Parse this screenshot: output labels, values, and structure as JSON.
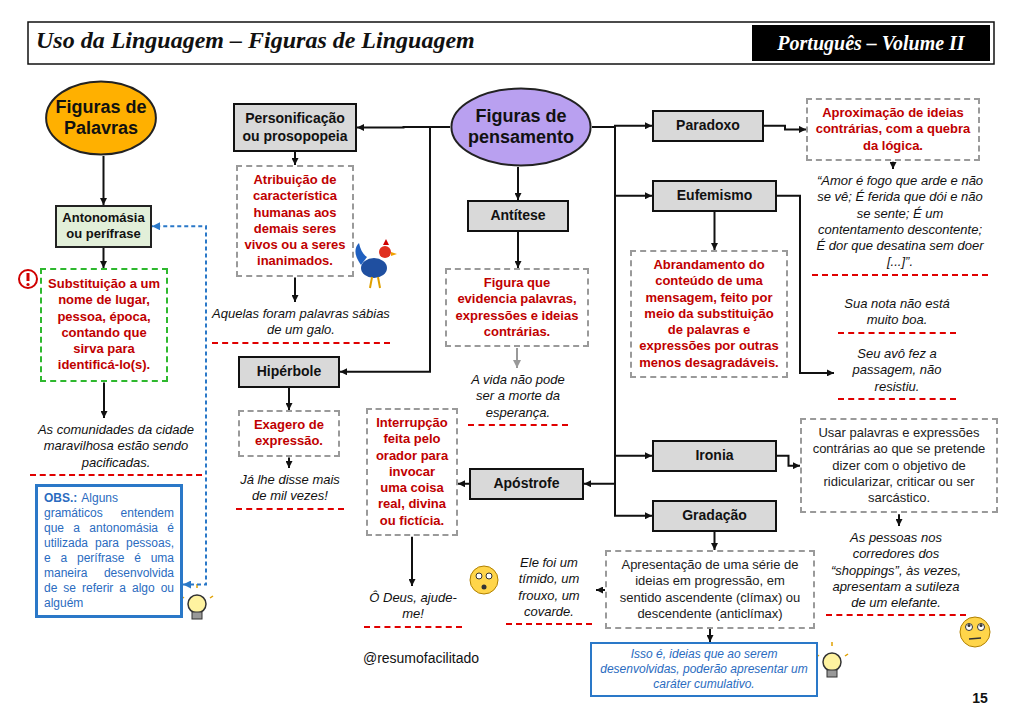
{
  "diagram": {
    "title": "Uso da Linguagem – Figuras de Linguagem",
    "nodes": [
      {
        "text": [
          "Português – Volume II"
        ]
      },
      {
        "text": [
          "Figuras de Palavras"
        ]
      },
      {
        "text": [
          "Antonomásia ou perífrase"
        ]
      },
      {
        "text": [
          "Substituição a um nome de lugar, pessoa, época, contando que sirva para identificá-lo(s)."
        ]
      },
      {
        "text": [
          "OBS.:",
          "Alguns gramáticos entendem que a antonomásia é utilizada para pessoas, e a perífrase é uma maneira desenvolvida de se referir a algo ou alguém"
        ]
      },
      {
        "text": [
          "Personificação ou prosopopeia"
        ]
      },
      {
        "text": [
          "Atribuição de característica humanas aos demais seres vivos ou a seres inanimados."
        ]
      },
      {
        "text": [
          "Hipérbole"
        ]
      },
      {
        "text": [
          "Exagero de expressão."
        ]
      },
      {
        "text": [
          "Figuras de pensamento"
        ]
      },
      {
        "text": [
          "Antítese"
        ]
      },
      {
        "text": [
          "Figura que evidencia palavras, expressões e ideias contrárias."
        ]
      },
      {
        "text": [
          "Interrupção feita pelo orador para invocar uma coisa real, divina ou fictícia."
        ]
      },
      {
        "text": [
          "Apóstrofe"
        ]
      },
      {
        "text": [
          "Paradoxo"
        ]
      },
      {
        "text": [
          "Aproximação de ideias contrárias, com a quebra da lógica."
        ]
      },
      {
        "text": [
          "Eufemismo"
        ]
      },
      {
        "text": [
          "Abrandamento do conteúdo de uma mensagem, feito por meio da substituição de palavras e expressões por outras menos desagradáveis."
        ]
      },
      {
        "text": [
          "Ironia"
        ]
      },
      {
        "text": [
          "Usar palavras e expressões contrárias ao que se pretende dizer com o objetivo de ridicularizar, criticar ou ser sarcástico."
        ]
      },
      {
        "text": [
          "Gradação"
        ]
      },
      {
        "text": [
          "Apresentação de uma série de ideias em progressão, em sentido ascendente (clímax) ou descendente (anticlímax)"
        ]
      },
      {
        "text": [
          "Isso é, ideias que ao serem desenvolvidas, poderão apresentar um caráter cumulativo."
        ]
      }
    ],
    "edges": [
      {
        "from": 1,
        "to": 2,
        "arrow": "to"
      },
      {
        "from": 2,
        "to": 3,
        "arrow": "to"
      },
      {
        "from": 4,
        "to": 2,
        "arrow": "both"
      },
      {
        "from": 9,
        "to": 5,
        "arrow": "to"
      },
      {
        "from": 5,
        "to": 6,
        "arrow": "to"
      },
      {
        "from": 9,
        "to": 7,
        "arrow": "to"
      },
      {
        "from": 7,
        "to": 8,
        "arrow": "to"
      },
      {
        "from": 9,
        "to": 10,
        "arrow": "to"
      },
      {
        "from": 10,
        "to": 11,
        "arrow": "to"
      },
      {
        "from": 9,
        "to": 13,
        "arrow": "to"
      },
      {
        "from": 13,
        "to": 12,
        "arrow": "to"
      },
      {
        "from": 9,
        "to": 14,
        "arrow": "to"
      },
      {
        "from": 14,
        "to": 15,
        "arrow": "to"
      },
      {
        "from": 9,
        "to": 16,
        "arrow": "to"
      },
      {
        "from": 16,
        "to": 17,
        "arrow": "to"
      },
      {
        "from": 9,
        "to": 18,
        "arrow": "to"
      },
      {
        "from": 18,
        "to": 19,
        "arrow": "to"
      },
      {
        "from": 9,
        "to": 20,
        "arrow": "to"
      },
      {
        "from": 20,
        "to": 21,
        "arrow": "to"
      },
      {
        "from": 21,
        "to": 22,
        "arrow": "to"
      }
    ],
    "labels": [
      "As comunidades da cidade maravilhosa estão sendo pacificadas.",
      "Aquelas foram palavras sábias de um galo.",
      "Já lhe disse mais de mil vezes!",
      "A vida não pode ser a morte da esperança.",
      "Ô Deus, ajude-me!",
      "“Amor é fogo que arde e não se vê; É ferida que dói e não se sente; É um contentamento descontente; É dor que desatina sem doer [...]”.",
      "Sua nota não está muito boa.",
      "Seu avô fez a passagem, não resistiu.",
      "As pessoas nos corredores dos “shoppings”, às vezes, apresentam a sutileza de um elefante.",
      "Ele foi um tímido, um frouxo, um covarde.",
      "@resumofacilitado",
      "15"
    ]
  }
}
